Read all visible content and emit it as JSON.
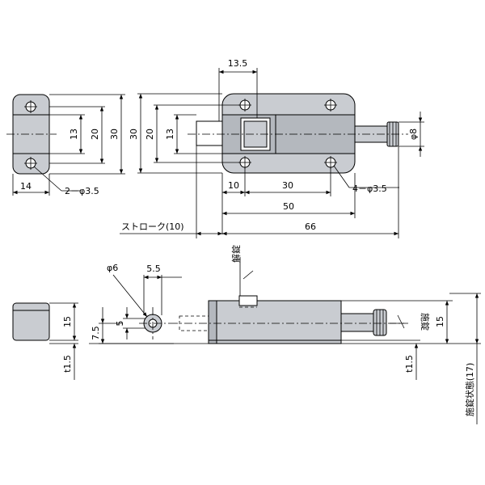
{
  "top_view": {
    "dim_top": "13.5",
    "dim_left_h_outer": "30",
    "dim_left_h_mid": "20",
    "dim_left_h_inner": "13",
    "dim_left_w": "14",
    "hole_left": "2－φ3.5",
    "dim_main_h_outer": "30",
    "dim_main_h_mid": "20",
    "dim_main_h_inner": "13",
    "dim_knob": "φ8",
    "dim_10": "10",
    "dim_30": "30",
    "hole_main": "4－φ3.5",
    "dim_50": "50",
    "stroke_label": "ストローク(10)",
    "dim_66": "66"
  },
  "side_view": {
    "unlock_label": "解錠",
    "lock_label": "施錠",
    "dim_phi6": "φ6",
    "dim_55": "5.5",
    "dim_5": "5",
    "dim_75": "7.5",
    "dim_left_15": "15",
    "dim_left_t15": "t1.5",
    "dim_main_t15": "t1.5",
    "dim_main_15": "15",
    "locked_state": "施錠状態(17)"
  }
}
